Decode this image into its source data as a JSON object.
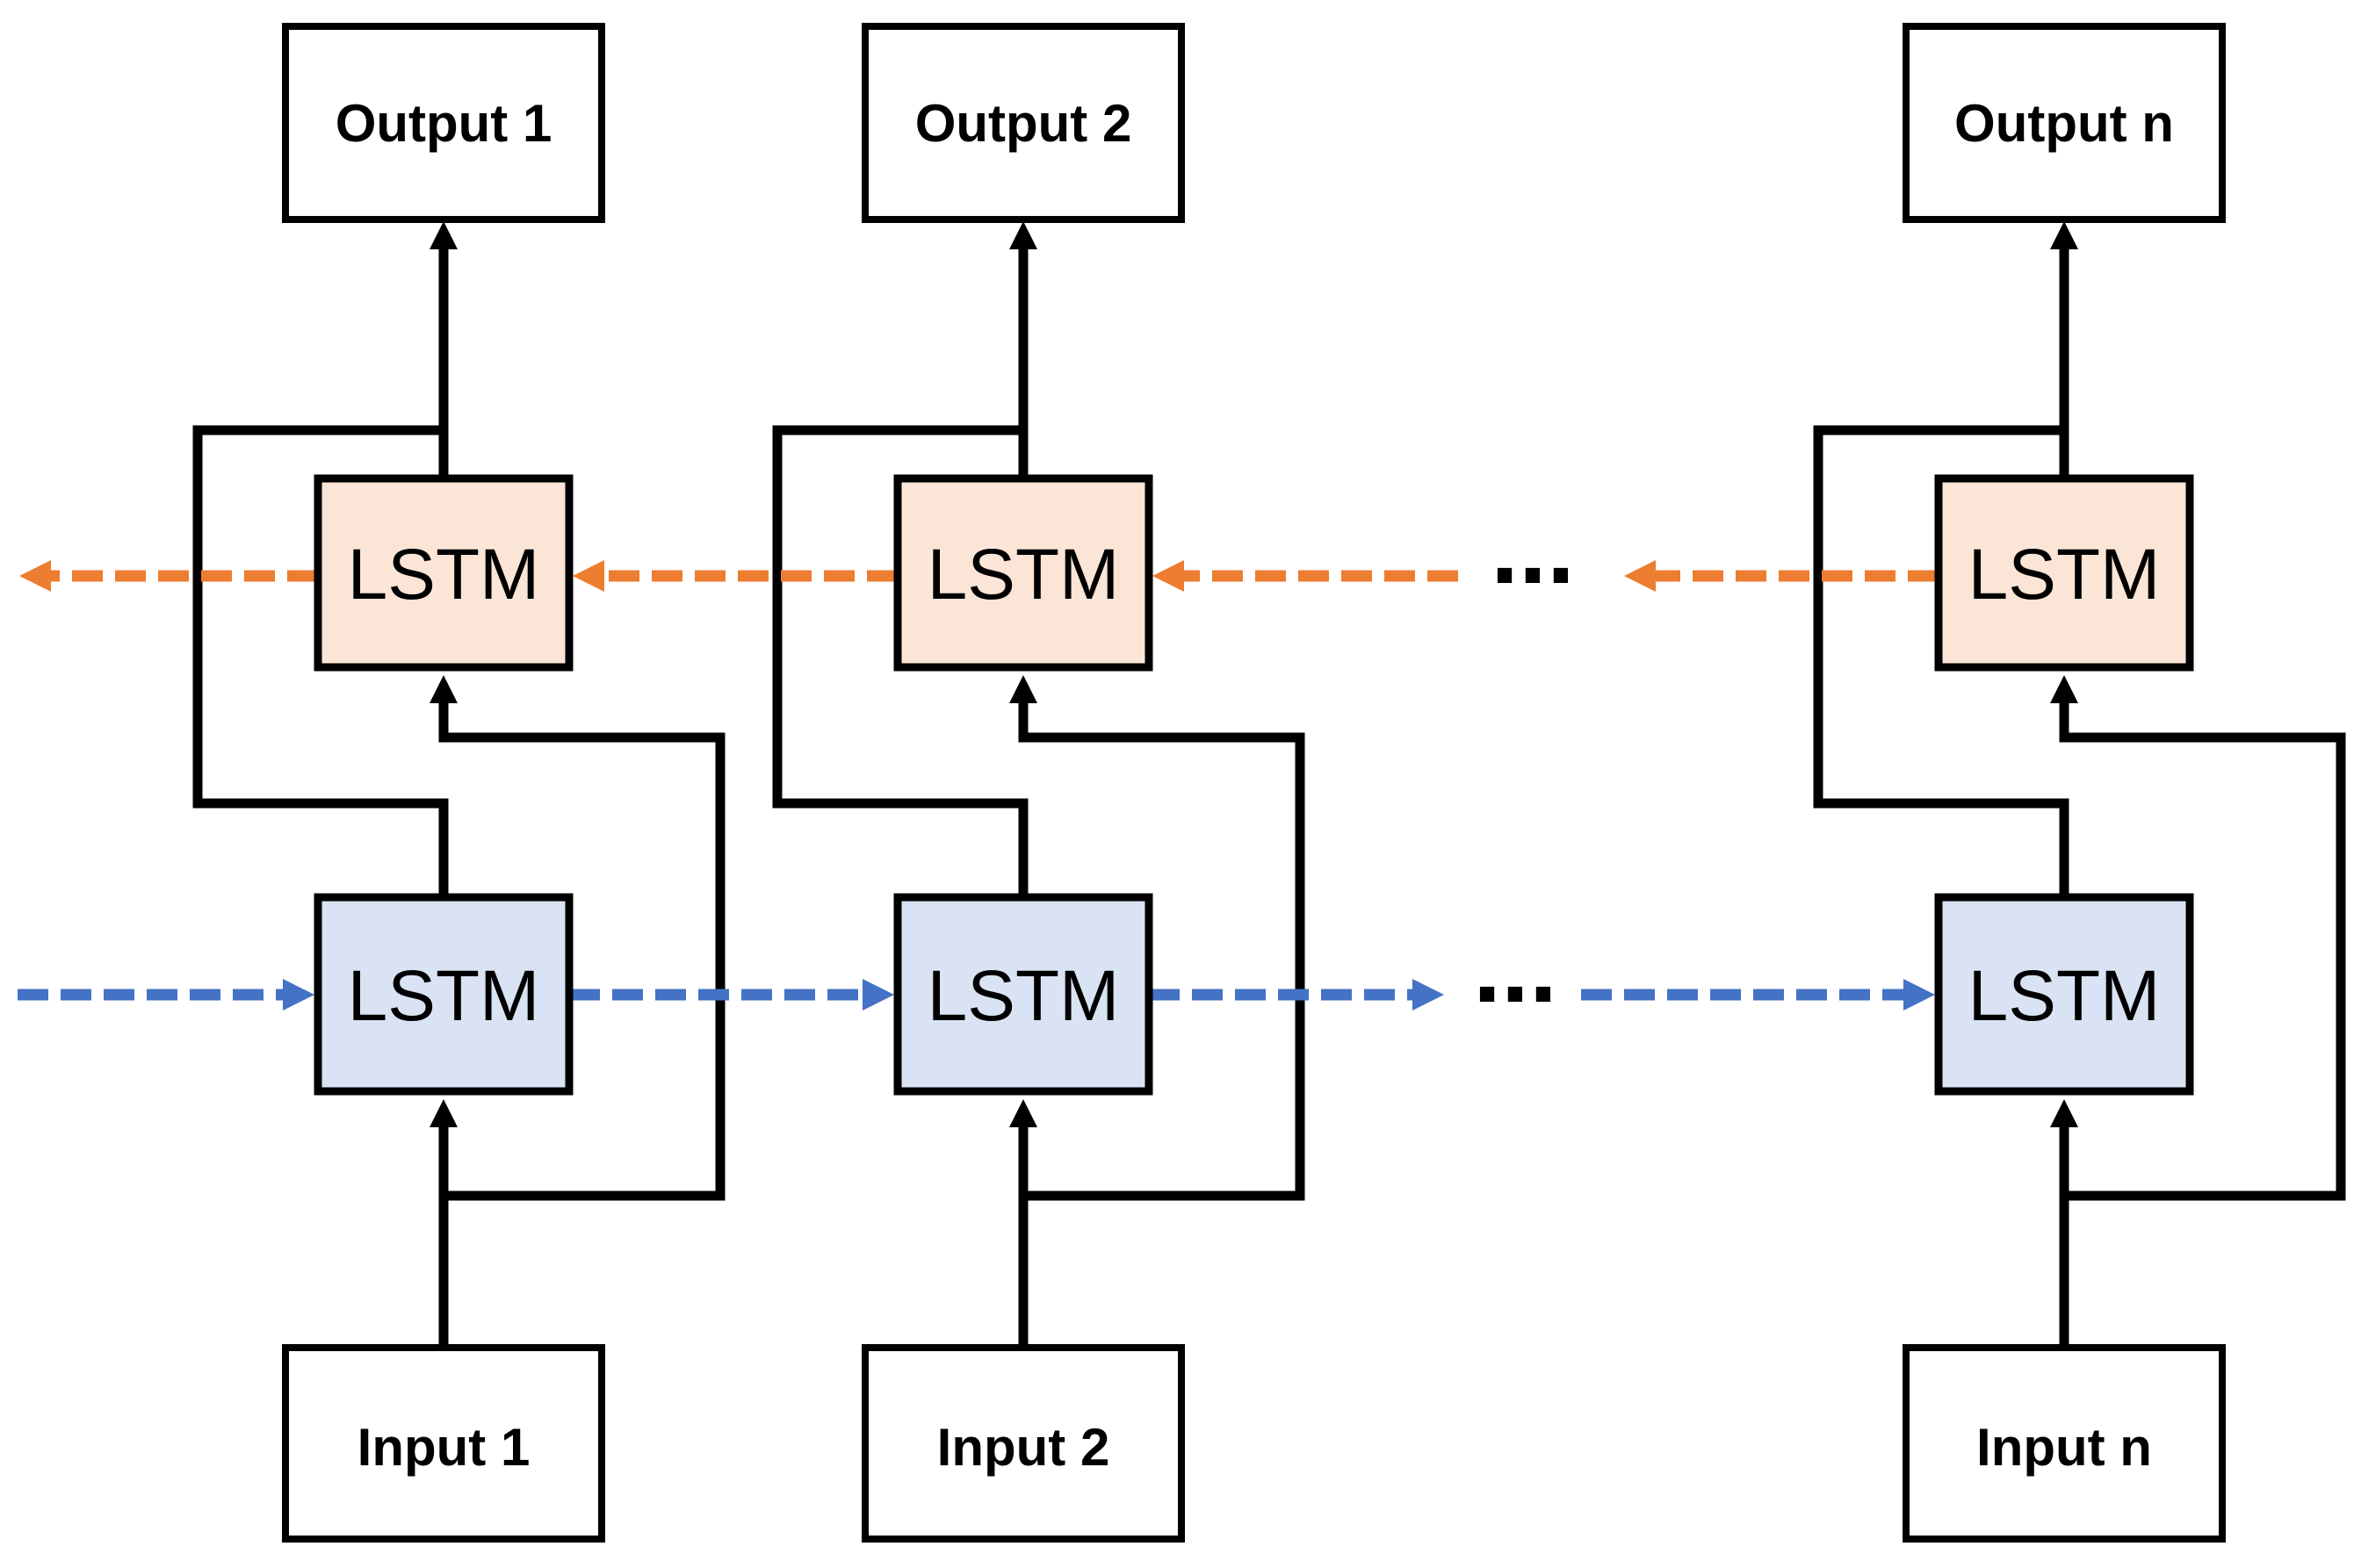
{
  "diagram": {
    "columns": [
      {
        "output_label": "Output 1",
        "backward_cell": "LSTM",
        "forward_cell": "LSTM",
        "input_label": "Input 1"
      },
      {
        "output_label": "Output 2",
        "backward_cell": "LSTM",
        "forward_cell": "LSTM",
        "input_label": "Input 2"
      },
      {
        "output_label": "Output n",
        "backward_cell": "LSTM",
        "forward_cell": "LSTM",
        "input_label": "Input n"
      }
    ],
    "backward_row_ellipsis": "...",
    "forward_row_ellipsis": "...",
    "colors": {
      "background": "#ffffff",
      "wire": "#000000",
      "box_border": "#000000",
      "io_box_fill": "#ffffff",
      "text": "#000000",
      "backward_cell_fill": "#fbe5d6",
      "backward_arrow": "#ed7d31",
      "forward_cell_fill": "#dae3f3",
      "forward_arrow": "#4472c4"
    }
  }
}
